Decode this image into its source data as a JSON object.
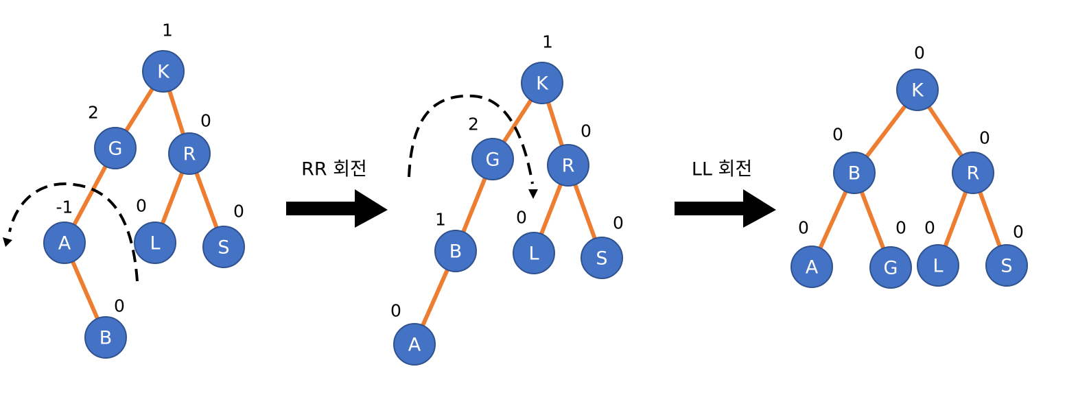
{
  "steps": [
    {
      "label": "RR 회전"
    },
    {
      "label": "LL 회전"
    }
  ],
  "trees": [
    {
      "nodes": [
        {
          "id": "K",
          "label": "K",
          "balance": "1"
        },
        {
          "id": "G",
          "label": "G",
          "balance": "2"
        },
        {
          "id": "R",
          "label": "R",
          "balance": "0"
        },
        {
          "id": "A",
          "label": "A",
          "balance": "-1"
        },
        {
          "id": "L",
          "label": "L",
          "balance": "0"
        },
        {
          "id": "S",
          "label": "S",
          "balance": "0"
        },
        {
          "id": "B",
          "label": "B",
          "balance": "0"
        }
      ],
      "edges": [
        [
          "K",
          "G"
        ],
        [
          "K",
          "R"
        ],
        [
          "G",
          "A"
        ],
        [
          "R",
          "L"
        ],
        [
          "R",
          "S"
        ],
        [
          "A",
          "B"
        ]
      ]
    },
    {
      "nodes": [
        {
          "id": "K",
          "label": "K",
          "balance": "1"
        },
        {
          "id": "G",
          "label": "G",
          "balance": "2"
        },
        {
          "id": "R",
          "label": "R",
          "balance": "0"
        },
        {
          "id": "B",
          "label": "B",
          "balance": "1"
        },
        {
          "id": "L",
          "label": "L",
          "balance": "0"
        },
        {
          "id": "S",
          "label": "S",
          "balance": "0"
        },
        {
          "id": "A",
          "label": "A",
          "balance": "0"
        }
      ],
      "edges": [
        [
          "K",
          "G"
        ],
        [
          "K",
          "R"
        ],
        [
          "G",
          "B"
        ],
        [
          "R",
          "L"
        ],
        [
          "R",
          "S"
        ],
        [
          "B",
          "A"
        ]
      ]
    },
    {
      "nodes": [
        {
          "id": "K",
          "label": "K",
          "balance": "0"
        },
        {
          "id": "B",
          "label": "B",
          "balance": "0"
        },
        {
          "id": "R",
          "label": "R",
          "balance": "0"
        },
        {
          "id": "A",
          "label": "A",
          "balance": "0"
        },
        {
          "id": "G",
          "label": "G",
          "balance": "0"
        },
        {
          "id": "L",
          "label": "L",
          "balance": "0"
        },
        {
          "id": "S",
          "label": "S",
          "balance": "0"
        }
      ],
      "edges": [
        [
          "K",
          "B"
        ],
        [
          "K",
          "R"
        ],
        [
          "B",
          "A"
        ],
        [
          "B",
          "G"
        ],
        [
          "R",
          "L"
        ],
        [
          "R",
          "S"
        ]
      ]
    }
  ]
}
